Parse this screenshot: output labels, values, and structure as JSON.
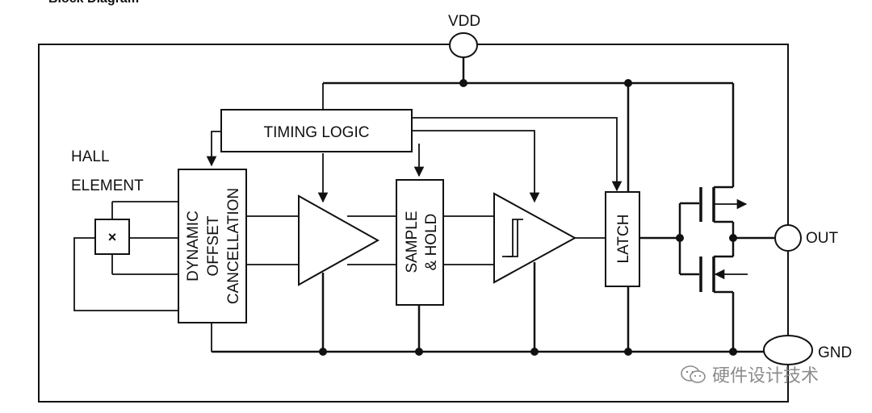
{
  "heading": "Block Diagram",
  "pins": {
    "vdd": "VDD",
    "out": "OUT",
    "gnd": "GND"
  },
  "blocks": {
    "timing_logic": "TIMING LOGIC",
    "hall_element_line1": "HALL",
    "hall_element_line2": "ELEMENT",
    "hall_symbol": "×",
    "dynamic_offset_cancellation": [
      "DYNAMIC",
      "OFFSET",
      "CANCELLATION"
    ],
    "sample_hold": [
      "SAMPLE",
      "& HOLD"
    ],
    "latch": "LATCH"
  },
  "watermark": {
    "text": "硬件设计技术",
    "icon": "wechat-icon"
  }
}
